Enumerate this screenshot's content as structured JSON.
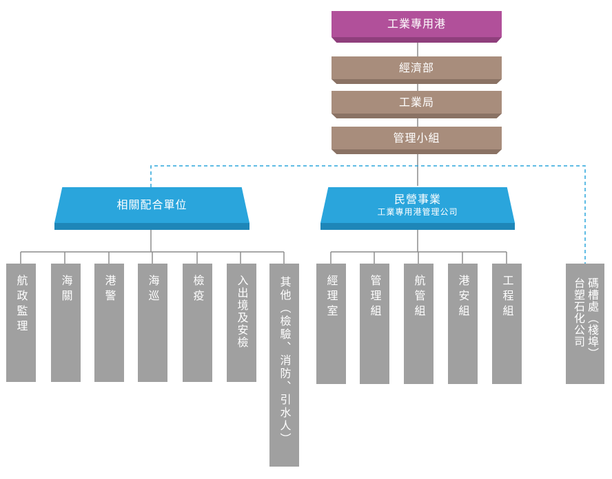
{
  "top": {
    "label": "工業專用港",
    "color": "#b1509a"
  },
  "chain": [
    {
      "label": "經濟部"
    },
    {
      "label": "工業局"
    },
    {
      "label": "管理小組"
    }
  ],
  "chain_color": "#a88d7c",
  "left_group": {
    "label": "相關配合單位",
    "color": "#2aa5dc"
  },
  "right_group": {
    "label": "民營事業",
    "sublabel": "工業專用港管理公司",
    "color": "#2aa5dc"
  },
  "left_units": [
    "航政監理",
    "海關",
    "港警",
    "海巡",
    "檢疫",
    "入出境及安檢",
    "其他︵檢驗、消防、引水人︶"
  ],
  "right_units": [
    "經理室",
    "管理組",
    "航管組",
    "港安組",
    "工程組"
  ],
  "side_unit": {
    "col1": "台塑石化公司",
    "col2": "碼槽處︵棧埠︶"
  },
  "unit_color": "#a0a0a0",
  "line_color": "#8c8c8c",
  "dashed_color": "#2aa5dc"
}
